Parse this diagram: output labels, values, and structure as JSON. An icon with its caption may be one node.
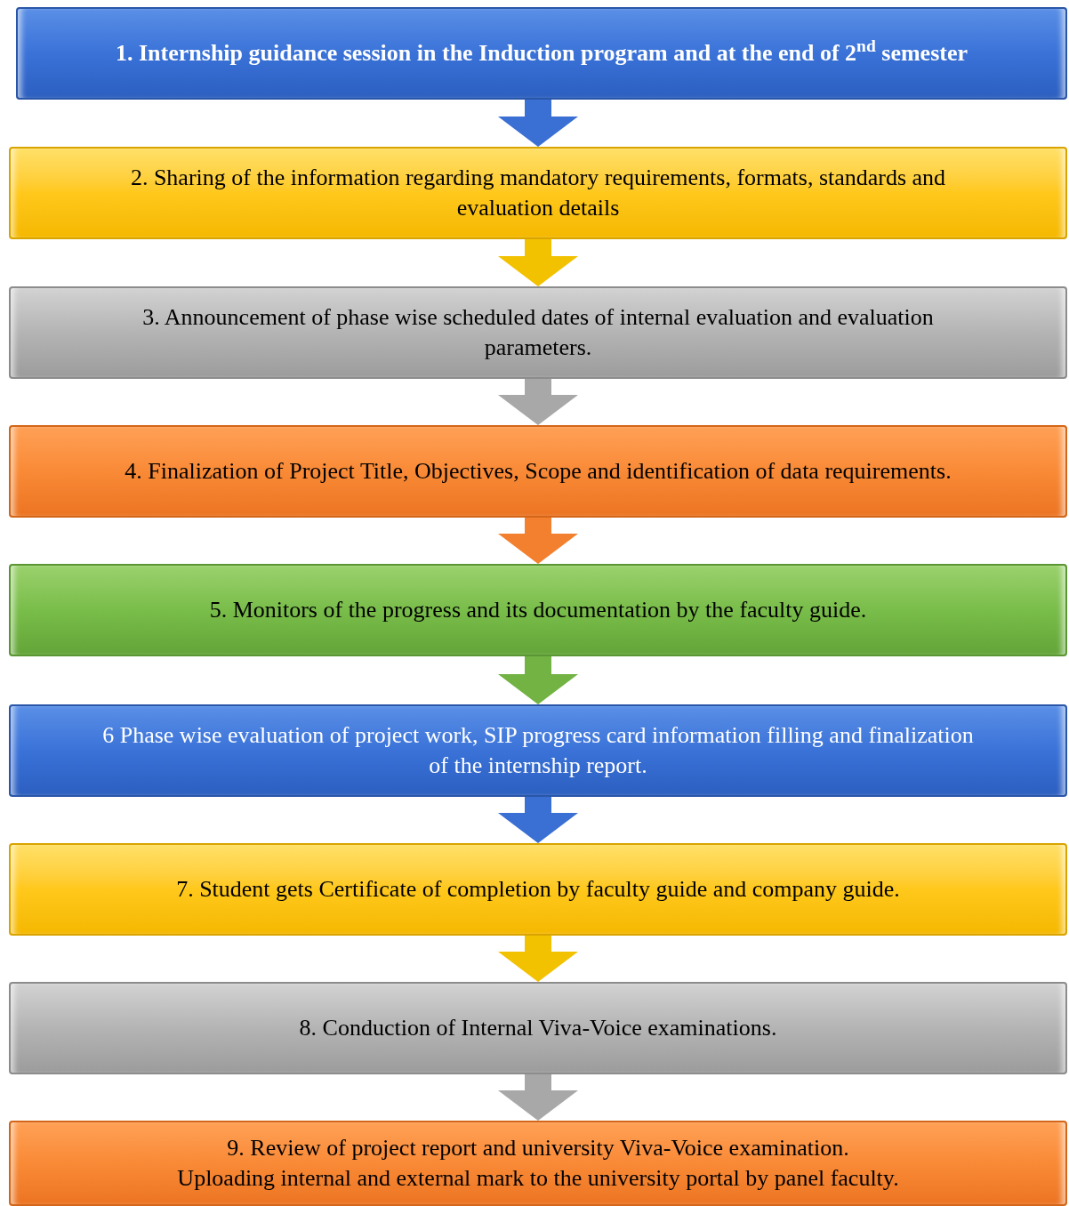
{
  "diagram": {
    "nodes": [
      {
        "text": [
          "1.  Internship guidance session in the Induction program and at the end of 2$^{nd}$ semester"
        ]
      },
      {
        "text": [
          "2.  Sharing of the information regarding mandatory requirements, formats, standards and evaluation details"
        ]
      },
      {
        "text": [
          "3.  Announcement of phase wise scheduled dates of internal evaluation and evaluation parameters."
        ]
      },
      {
        "text": [
          "4.  Finalization of Project Title, Objectives, Scope and identification of data requirements."
        ]
      },
      {
        "text": [
          "5.  Monitors of the progress and its documentation by the faculty guide."
        ]
      },
      {
        "text": [
          "6 Phase wise evaluation of project work, SIP progress card information filling and finalization of the internship report."
        ]
      },
      {
        "text": [
          "7.  Student gets Certificate of completion by faculty guide and company guide."
        ]
      },
      {
        "text": [
          "8.  Conduction of Internal Viva-Voice examinations."
        ]
      },
      {
        "text": [
          "9.  Review of project report and university Viva-Voice examination.",
          "Uploading internal and external mark to the university portal by panel faculty."
        ]
      }
    ],
    "edges": [
      {
        "from": 0,
        "to": 1,
        "arrow": "to",
        "color": "#3a6fd4"
      },
      {
        "from": 1,
        "to": 2,
        "arrow": "to",
        "color": "#f2c100"
      },
      {
        "from": 2,
        "to": 3,
        "arrow": "to",
        "color": "#a8a8a8"
      },
      {
        "from": 3,
        "to": 4,
        "arrow": "to",
        "color": "#f2802e"
      },
      {
        "from": 4,
        "to": 5,
        "arrow": "to",
        "color": "#72b343"
      },
      {
        "from": 5,
        "to": 6,
        "arrow": "to",
        "color": "#3a6fd4"
      },
      {
        "from": 6,
        "to": 7,
        "arrow": "to",
        "color": "#f2c100"
      },
      {
        "from": 7,
        "to": 8,
        "arrow": "to",
        "color": "#a8a8a8"
      }
    ]
  }
}
